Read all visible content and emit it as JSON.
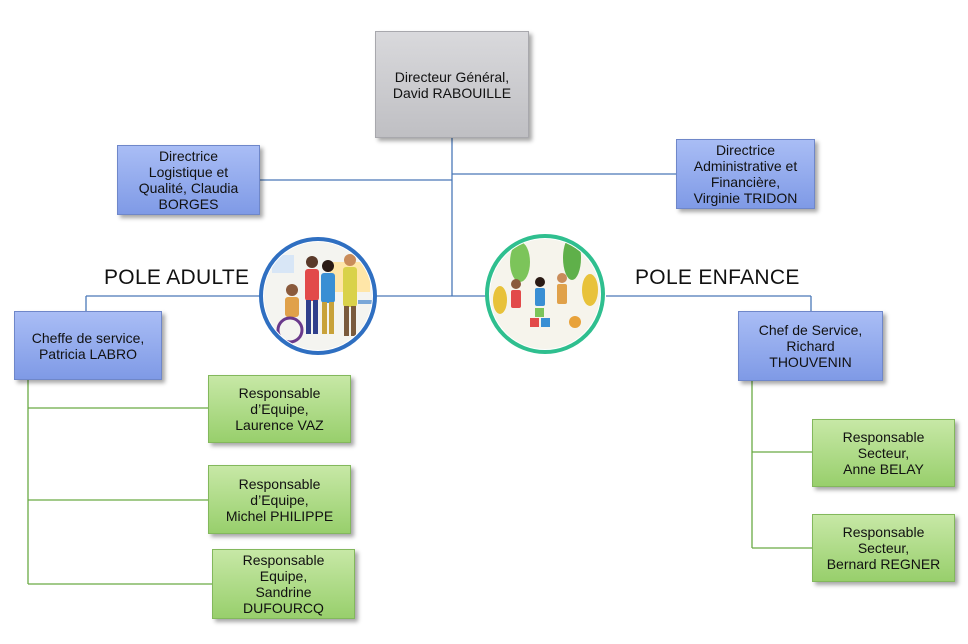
{
  "director": {
    "title": "Directeur Général,",
    "name": "David RABOUILLE"
  },
  "left_director": {
    "text": "Directrice\nLogistique et\nQualité, Claudia\nBORGES"
  },
  "right_director": {
    "text": "Directrice\nAdministrative et\nFinancière,\nVirginie TRIDON"
  },
  "pole_adulte": {
    "title": "POLE ADULTE",
    "chief": "Cheffe de service,\nPatricia LABRO",
    "responsables": [
      "Responsable\nd’Equipe,\nLaurence VAZ",
      "Responsable\nd’Equipe,\nMichel PHILIPPE",
      "Responsable\nEquipe,\nSandrine\nDUFOURCQ"
    ]
  },
  "pole_enfance": {
    "title": "POLE ENFANCE",
    "chief": "Chef de Service,\nRichard\nTHOUVENIN",
    "responsables": [
      "Responsable\nSecteur,\nAnne BELAY",
      "Responsable\nSecteur,\nBernard REGNER"
    ]
  },
  "colors": {
    "line_blue": "#4a78b8",
    "line_green": "#6aaa44",
    "circle_adulte": "#2f6fc1",
    "circle_enfance": "#2fbf8f"
  }
}
